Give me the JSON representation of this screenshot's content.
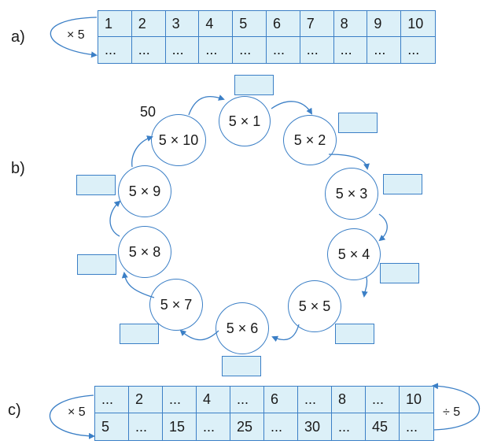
{
  "part_a": {
    "label": "a)",
    "operator": "× 5",
    "row1": [
      "1",
      "2",
      "3",
      "4",
      "5",
      "6",
      "7",
      "8",
      "9",
      "10"
    ],
    "row2": [
      "...",
      "...",
      "...",
      "...",
      "...",
      "...",
      "...",
      "...",
      "...",
      "..."
    ]
  },
  "part_b": {
    "label": "b)",
    "example_answer": "50",
    "circles": [
      "5 × 1",
      "5 × 2",
      "5 × 3",
      "5 × 4",
      "5 × 5",
      "5 × 6",
      "5 × 7",
      "5 × 8",
      "5 × 9",
      "5 × 10"
    ]
  },
  "part_c": {
    "label": "c)",
    "left_operator": "× 5",
    "right_operator": "÷ 5",
    "row1": [
      "...",
      "2",
      "...",
      "4",
      "...",
      "6",
      "...",
      "8",
      "...",
      "10"
    ],
    "row2": [
      "5",
      "...",
      "15",
      "...",
      "25",
      "...",
      "30",
      "...",
      "45",
      "..."
    ]
  },
  "colors": {
    "stroke": "#3b7fc6",
    "fill": "#dcf0f8"
  }
}
